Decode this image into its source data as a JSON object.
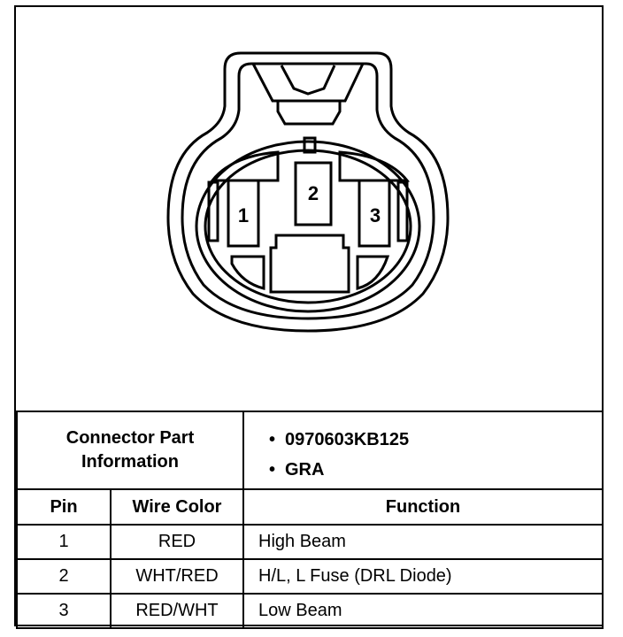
{
  "diagram": {
    "pin_labels": [
      "1",
      "2",
      "3"
    ]
  },
  "connector": {
    "label_line1": "Connector Part",
    "label_line2": "Information",
    "part_number": "0970603KB125",
    "color_code": "GRA"
  },
  "table": {
    "headers": {
      "pin": "Pin",
      "wire_color": "Wire Color",
      "function": "Function"
    },
    "rows": [
      {
        "pin": "1",
        "wire_color": "RED",
        "function": "High Beam"
      },
      {
        "pin": "2",
        "wire_color": "WHT/RED",
        "function": "H/L, L Fuse (DRL Diode)"
      },
      {
        "pin": "3",
        "wire_color": "RED/WHT",
        "function": "Low Beam"
      }
    ]
  }
}
